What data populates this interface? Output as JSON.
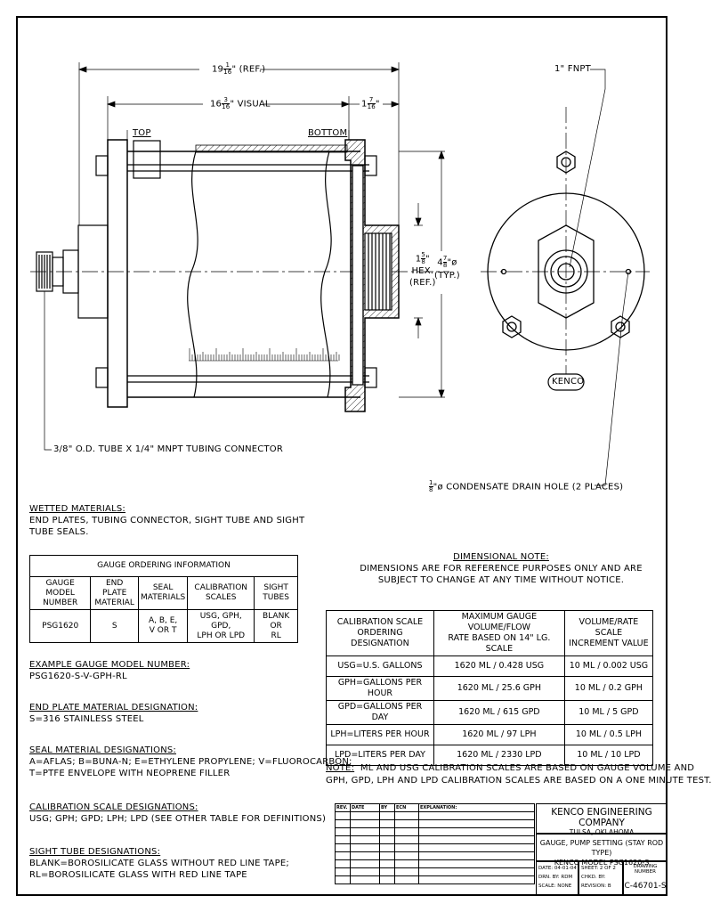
{
  "dimensions": {
    "overall": "19 1/16\" (REF.)",
    "overall_whole": "19",
    "overall_num": "1",
    "overall_den": "16",
    "overall_tail": "\" (REF.)",
    "visual_whole": "16",
    "visual_num": "3",
    "visual_den": "16",
    "visual_tail": "\" VISUAL",
    "right_whole": "1",
    "right_num": "7",
    "right_den": "16",
    "right_tail": "\"",
    "label_top": "TOP",
    "label_bottom": "BOTTOM",
    "fnpt": "1\" FNPT",
    "hex_whole": "1",
    "hex_num": "5",
    "hex_den": "8",
    "hex_tail": "\"",
    "hex_line2": "HEX.",
    "hex_line3": "(REF.)",
    "dia_whole": "4",
    "dia_num": "7",
    "dia_den": "8",
    "dia_tail": "\"ø",
    "dia_line2": "(TYP.)",
    "tubing_connector": "3/8\" O.D. TUBE X 1/4\" MNPT TUBING CONNECTOR",
    "drain_num": "1",
    "drain_den": "8",
    "drain_text": "\"ø CONDENSATE DRAIN HOLE (2 PLACES)",
    "logo": "KENCO"
  },
  "wetted": {
    "title": "WETTED MATERIALS:",
    "line1": "END PLATES, TUBING CONNECTOR, SIGHT TUBE AND SIGHT",
    "line2": "TUBE SEALS."
  },
  "order_table": {
    "caption": "GAUGE ORDERING INFORMATION",
    "headers": [
      [
        "GAUGE MODEL",
        "NUMBER"
      ],
      [
        "END PLATE",
        "MATERIAL"
      ],
      [
        "SEAL",
        "MATERIALS"
      ],
      [
        "CALIBRATION",
        "SCALES"
      ],
      [
        "SIGHT",
        "TUBES"
      ]
    ],
    "values": [
      [
        "PSG1620",
        ""
      ],
      [
        "S",
        ""
      ],
      [
        "A, B, E,",
        "V OR T"
      ],
      [
        "USG, GPH, GPD,",
        "LPH OR LPD"
      ],
      [
        "BLANK OR",
        "RL"
      ]
    ]
  },
  "notes": {
    "example_title": "EXAMPLE GAUGE MODEL NUMBER:",
    "example_text": "PSG1620-S-V-GPH-RL",
    "endplate_title": "END PLATE MATERIAL DESIGNATION:",
    "endplate_text": "S=316 STAINLESS STEEL",
    "seal_title": "SEAL MATERIAL DESIGNATIONS:",
    "seal_line1": "A=AFLAS; B=BUNA-N; E=ETHYLENE PROPYLENE; V=FLUOROCARBON;",
    "seal_line2": "T=PTFE ENVELOPE WITH NEOPRENE FILLER",
    "cal_title": "CALIBRATION SCALE DESIGNATIONS:",
    "cal_text": "USG; GPH; GPD; LPH; LPD (SEE OTHER TABLE FOR DEFINITIONS)",
    "sight_title": "SIGHT TUBE DESIGNATIONS:",
    "sight_line1": "BLANK=BOROSILICATE GLASS WITHOUT RED LINE TAPE;",
    "sight_line2": "RL=BOROSILICATE GLASS WITH RED LINE TAPE"
  },
  "dim_note": {
    "title": "DIMENSIONAL NOTE:",
    "line1": "DIMENSIONS ARE FOR REFERENCE PURPOSES ONLY AND ARE",
    "line2": "SUBJECT TO CHANGE AT ANY TIME WITHOUT NOTICE."
  },
  "scale_table": {
    "headers": [
      [
        "CALIBRATION SCALE",
        "ORDERING DESIGNATION"
      ],
      [
        "MAXIMUM GAUGE VOLUME/FLOW",
        "RATE BASED ON 14\" LG. SCALE"
      ],
      [
        "VOLUME/RATE SCALE",
        "INCREMENT VALUE"
      ]
    ],
    "rows": [
      [
        "USG=U.S. GALLONS",
        "1620 ML / 0.428 USG",
        "10 ML / 0.002 USG"
      ],
      [
        "GPH=GALLONS PER HOUR",
        "1620 ML / 25.6 GPH",
        "10 ML / 0.2 GPH"
      ],
      [
        "GPD=GALLONS PER DAY",
        "1620 ML / 615 GPD",
        "10 ML / 5 GPD"
      ],
      [
        "LPH=LITERS PER HOUR",
        "1620 ML / 97 LPH",
        "10 ML / 0.5 LPH"
      ],
      [
        "LPD=LITERS PER DAY",
        "1620 ML / 2330 LPD",
        "10 ML / 10 LPD"
      ]
    ]
  },
  "bottom_note": {
    "label": "NOTE:",
    "line1": "ML AND USG CALIBRATION SCALES ARE BASED ON GAUGE VOLUME AND",
    "line2": "GPH, GPD, LPH AND LPD CALIBRATION SCALES ARE BASED ON A ONE MINUTE TEST."
  },
  "title_block": {
    "rev_headers": [
      "REV.",
      "DATE",
      "BY",
      "ECN",
      "EXPLANATION:"
    ],
    "company": "KENCO ENGINEERING COMPANY",
    "city": "TULSA, OKLAHOMA",
    "desc1": "GAUGE, PUMP SETTING (STAY ROD TYPE)",
    "desc2": "KENCO MODEL PSG1620-S",
    "date": "DATE: 04-01-04",
    "drn": "DRN. BY:  RDM",
    "scale": "SCALE:  NONE",
    "sheet": "SHEET:  2 OF 2",
    "chkd": "CHKD. BY:",
    "revision": "REVISION:   B",
    "dwg_label": "DRAWING NUMBER",
    "dwg_number": "C-46701-S"
  }
}
